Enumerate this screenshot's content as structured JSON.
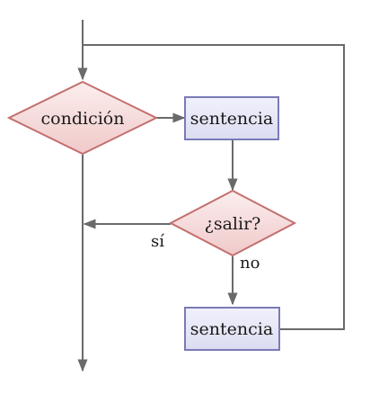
{
  "nodes": {
    "condition": "condición",
    "statement_1": "sentencia",
    "exit_test": "¿salir?",
    "statement_2": "sentencia"
  },
  "edge_labels": {
    "yes": "sí",
    "no": "no"
  },
  "colors": {
    "diamond_fill": "#f6d9d9",
    "diamond_stroke": "#c46e6e",
    "box_fill": "#e6e6f7",
    "box_stroke": "#7a7ab8",
    "connector": "#6a6a6a"
  }
}
